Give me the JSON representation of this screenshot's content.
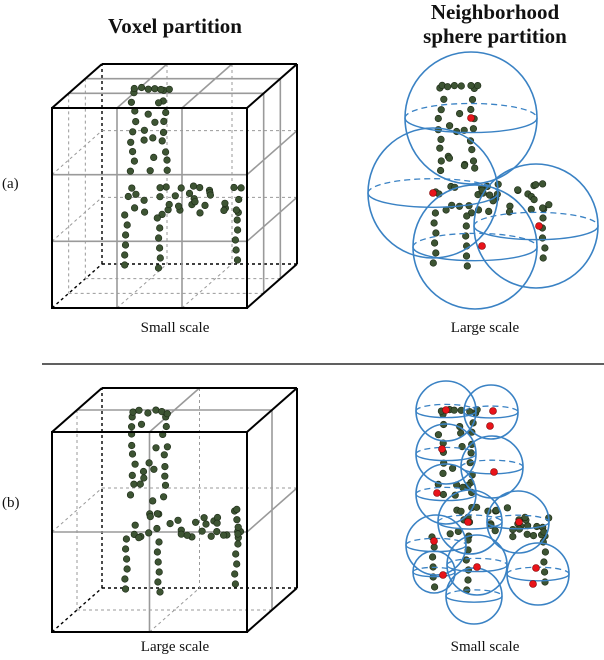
{
  "titles": {
    "left": "Voxel partition",
    "right_line1": "Neighborhood",
    "right_line2": "sphere partition"
  },
  "rows": [
    {
      "label": "(a)",
      "left_caption": "Small scale",
      "right_caption": "Large scale"
    },
    {
      "label": "(b)",
      "left_caption": "Large scale",
      "right_caption": "Small scale"
    }
  ],
  "colors": {
    "point": "#3d5433",
    "center_point": "#e8141a",
    "sphere": "#3a82c4",
    "cube_edge": "#000000",
    "grid_line": "#9a9a9a"
  }
}
